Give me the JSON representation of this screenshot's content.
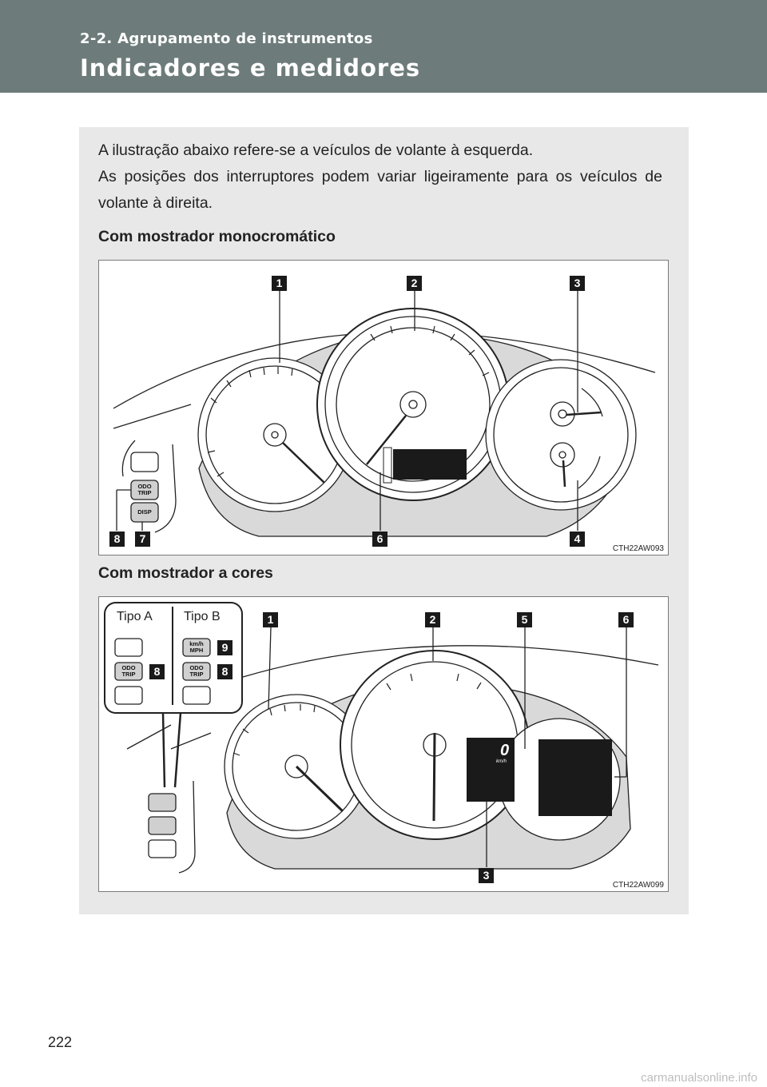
{
  "header": {
    "section": "2-2. Agrupamento de instrumentos",
    "title": "Indicadores e medidores"
  },
  "intro": {
    "line1": "A ilustração abaixo refere-se a veículos de volante à esquerda.",
    "line2": "As posições dos interruptores podem variar ligeiramente para os veículos de volante à direita."
  },
  "figure1": {
    "heading": "Com mostrador monocromático",
    "code": "CTH22AW093",
    "callouts": [
      "1",
      "2",
      "3",
      "4",
      "6",
      "7",
      "8"
    ],
    "buttons": {
      "odo_trip": "ODO TRIP",
      "disp": "DISP"
    }
  },
  "figure2": {
    "heading": "Com mostrador a cores",
    "code": "CTH22AW099",
    "callouts": [
      "1",
      "2",
      "5",
      "6",
      "3",
      "8",
      "8",
      "9"
    ],
    "tipo_a": "Tipo A",
    "tipo_b": "Tipo B",
    "buttons": {
      "odo_trip": "ODO TRIP",
      "kmh_mph": "km/h MPH"
    },
    "display_value": "0",
    "display_unit": "km/h"
  },
  "page_number": "222",
  "watermark": "carmanualsonline.info"
}
